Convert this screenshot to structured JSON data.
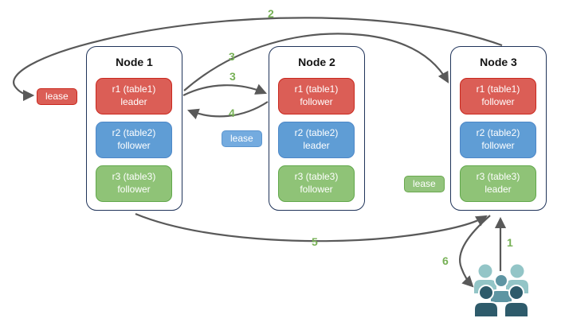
{
  "nodes": [
    {
      "title": "Node 1",
      "replicas": [
        {
          "name": "r1 (table1)",
          "role": "leader",
          "color": "red"
        },
        {
          "name": "r2 (table2)",
          "role": "follower",
          "color": "blue"
        },
        {
          "name": "r3 (table3)",
          "role": "follower",
          "color": "green"
        }
      ]
    },
    {
      "title": "Node 2",
      "replicas": [
        {
          "name": "r1 (table1)",
          "role": "follower",
          "color": "red"
        },
        {
          "name": "r2 (table2)",
          "role": "leader",
          "color": "blue"
        },
        {
          "name": "r3 (table3)",
          "role": "follower",
          "color": "green"
        }
      ]
    },
    {
      "title": "Node 3",
      "replicas": [
        {
          "name": "r1 (table1)",
          "role": "follower",
          "color": "red"
        },
        {
          "name": "r2 (table2)",
          "role": "follower",
          "color": "blue"
        },
        {
          "name": "r3 (table3)",
          "role": "leader",
          "color": "green"
        }
      ]
    }
  ],
  "leases": [
    {
      "label": "lease",
      "color": "red"
    },
    {
      "label": "lease",
      "color": "blue"
    },
    {
      "label": "lease",
      "color": "green"
    }
  ],
  "steps": [
    {
      "label": "1"
    },
    {
      "label": "2"
    },
    {
      "label": "3"
    },
    {
      "label": "3"
    },
    {
      "label": "4"
    },
    {
      "label": "5"
    },
    {
      "label": "6"
    }
  ],
  "icons": {
    "users_icon": "users-group"
  },
  "colors": {
    "replica_red_fill": "#db5e56",
    "replica_red_border": "#c9281e",
    "replica_blue_fill": "#5f9dd5",
    "replica_blue_border": "#4d87c7",
    "replica_green_fill": "#8fc377",
    "replica_green_border": "#61a74b",
    "node_border": "#20345a",
    "step_number_green": "#76b055",
    "arrow_gray": "#595959",
    "users_light_teal": "#93c5c7",
    "users_mid_teal": "#5e95a3",
    "users_dark_teal": "#2e5b6b"
  }
}
